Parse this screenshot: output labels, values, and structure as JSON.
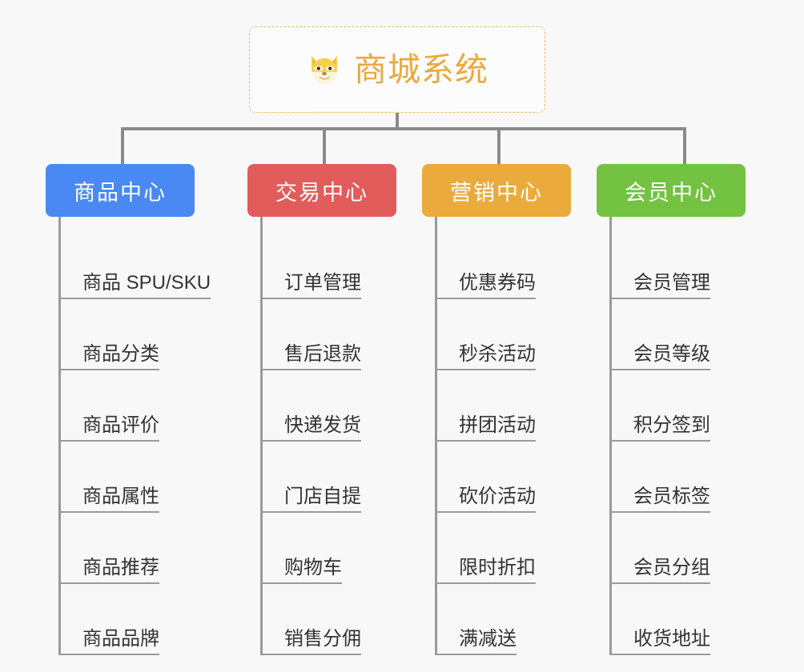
{
  "page": {
    "background_color": "#f8f8f8",
    "line_color": "#8a8a8a"
  },
  "root": {
    "title": "商城系统",
    "icon": "shiba-dog-face-emoji",
    "border_color": "#eebb66",
    "text_color": "#eaa93c"
  },
  "columns": [
    {
      "title": "商品中心",
      "color": "#4a89f3",
      "items": [
        "商品 SPU/SKU",
        "商品分类",
        "商品评价",
        "商品属性",
        "商品推荐",
        "商品品牌"
      ]
    },
    {
      "title": "交易中心",
      "color": "#e25c5c",
      "items": [
        "订单管理",
        "售后退款",
        "快递发货",
        "门店自提",
        "购物车",
        "销售分佣"
      ]
    },
    {
      "title": "营销中心",
      "color": "#eaab3c",
      "items": [
        "优惠券码",
        "秒杀活动",
        "拼团活动",
        "砍价活动",
        "限时折扣",
        "满减送"
      ]
    },
    {
      "title": "会员中心",
      "color": "#74c241",
      "items": [
        "会员管理",
        "会员等级",
        "积分签到",
        "会员标签",
        "会员分组",
        "收货地址"
      ]
    }
  ]
}
